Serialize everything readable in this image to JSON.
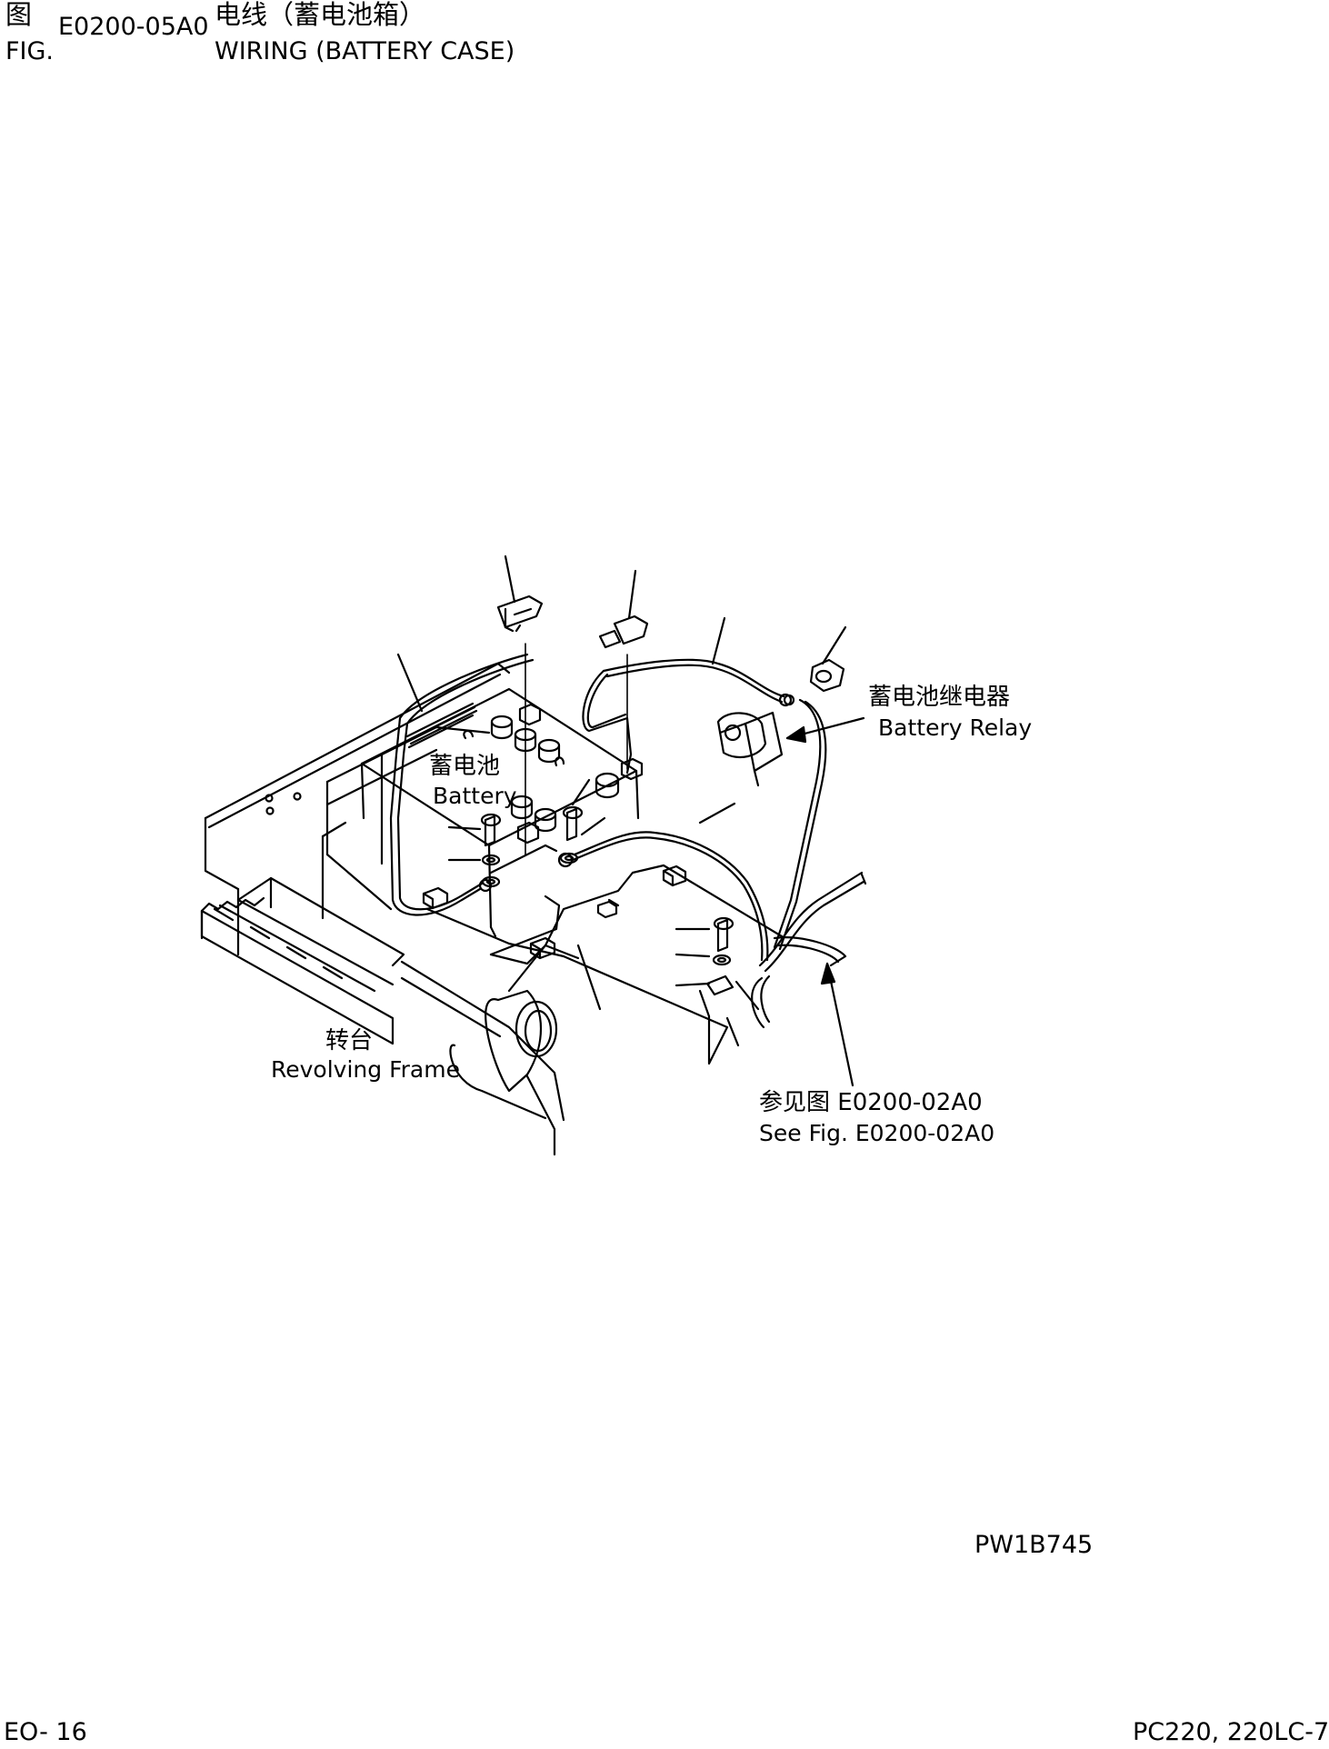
{
  "header": {
    "fig_cn": "图",
    "fig_en": "FIG.",
    "fig_number": "E0200-05A0",
    "title_cn": "电线（蓄电池箱）",
    "title_en": "WIRING (BATTERY CASE)"
  },
  "labels": {
    "battery_relay_cn": "蓄电池继电器",
    "battery_relay_en": "Battery Relay",
    "battery_cn": "蓄电池",
    "battery_en": "Battery",
    "revolving_frame_cn": "转台",
    "revolving_frame_en": "Revolving Frame",
    "see_fig_cn": "参见图 E0200-02A0",
    "see_fig_en": "See Fig. E0200-02A0"
  },
  "drawing_code": "PW1B745",
  "footer": {
    "page": "EO- 16",
    "model": "PC220, 220LC-7"
  }
}
